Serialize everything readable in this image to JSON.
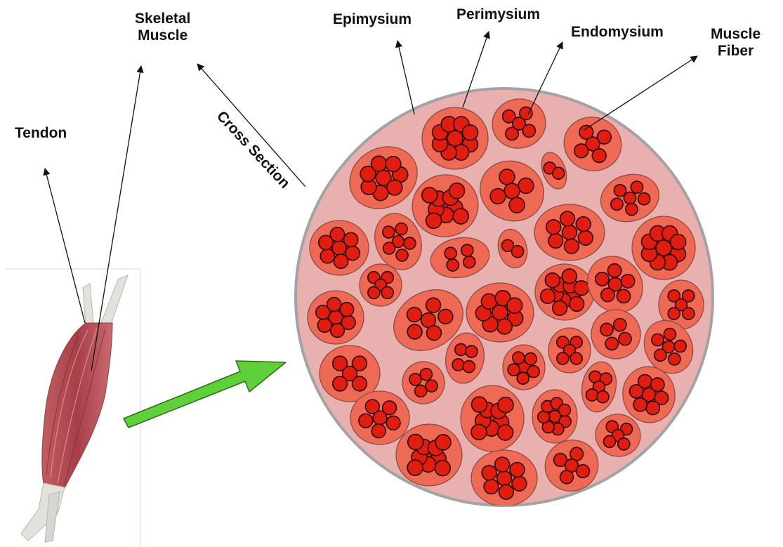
{
  "labels": {
    "skeletal_muscle": "Skeletal\nMuscle",
    "tendon": "Tendon",
    "cross_section": "Cross Section",
    "epimysium": "Epimysium",
    "perimysium": "Perimysium",
    "endomysium": "Endomysium",
    "muscle_fiber": "Muscle\nFiber"
  },
  "colors": {
    "cross_section_fill": "#e8b0ae",
    "cross_section_border": "#a3a3a3",
    "fascicle_fill": "#ef6a55",
    "fascicle_border": "#8c4a44",
    "fiber_fill": "#e11d10",
    "fiber_border": "#2a0000",
    "muscle_belly": "#b84a52",
    "tendon": "#e2e1dc",
    "arrow_green": "#5fcf3a"
  },
  "icons": [
    "muscle-illustration",
    "zoom-arrow-icon",
    "pointer-arrow-icon"
  ]
}
